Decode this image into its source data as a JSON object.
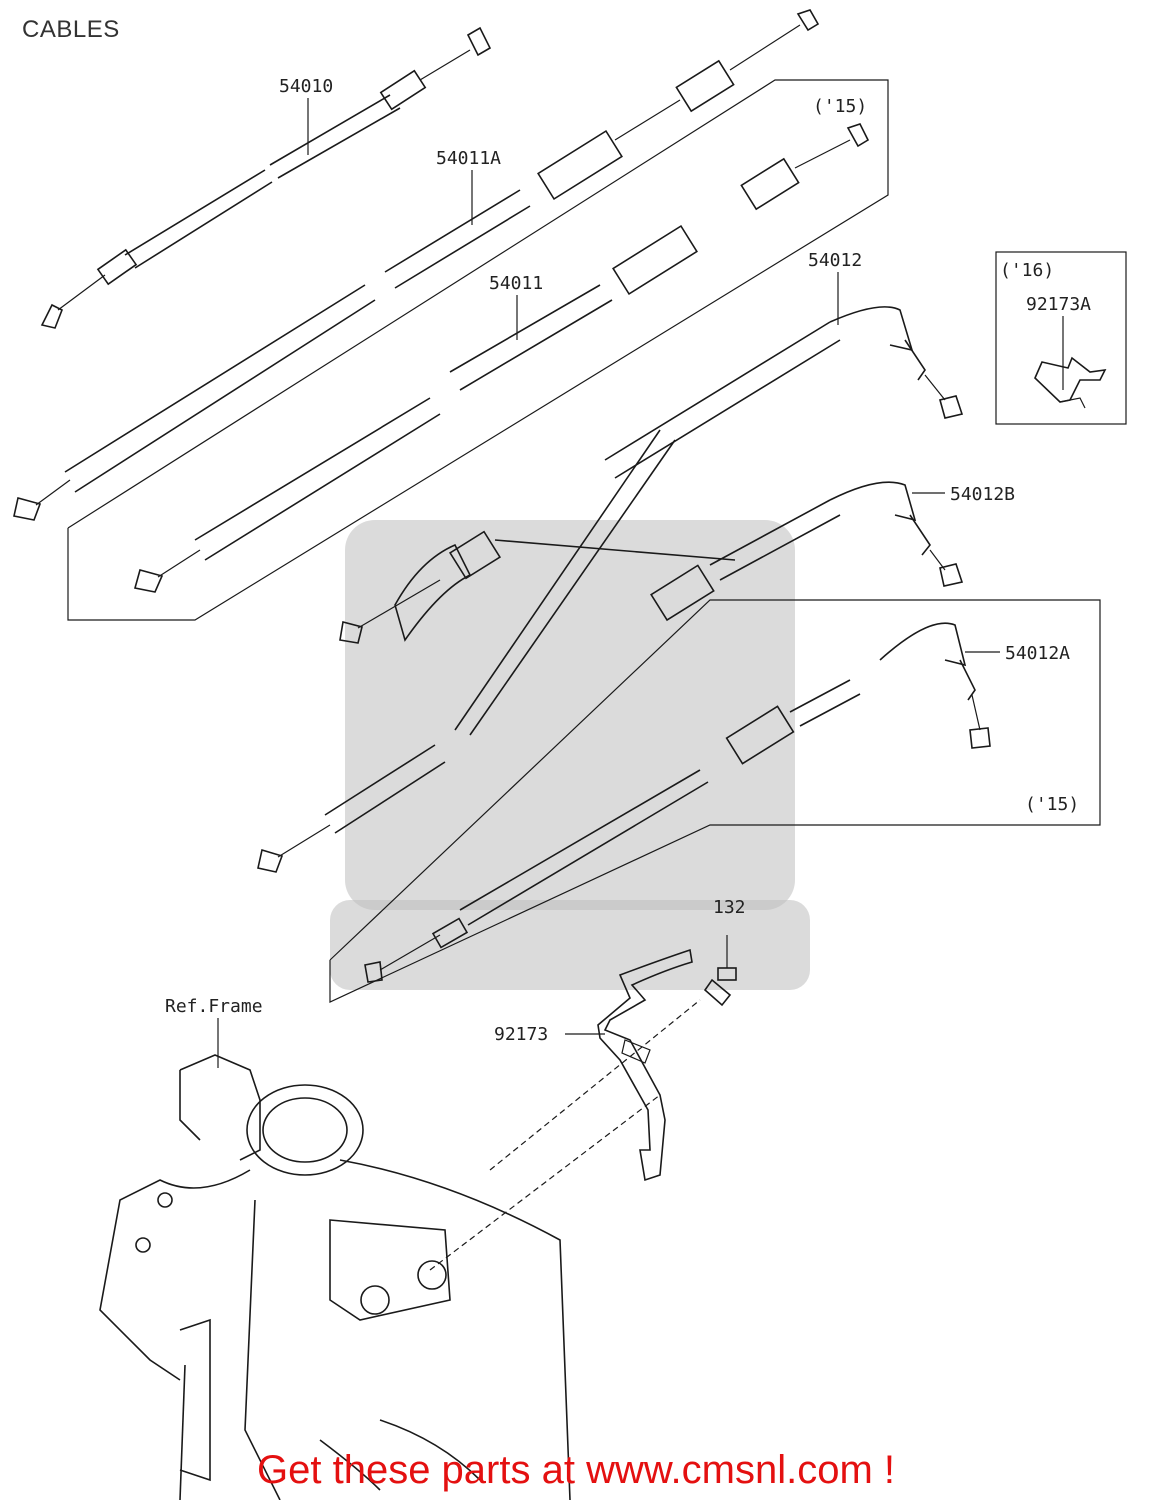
{
  "header": {
    "title": "CABLES"
  },
  "parts": [
    {
      "id": "p54010",
      "label": "54010"
    },
    {
      "id": "p54011A",
      "label": "54011A"
    },
    {
      "id": "p54011",
      "label": "54011"
    },
    {
      "id": "p54012",
      "label": "54012"
    },
    {
      "id": "p54012B",
      "label": "54012B"
    },
    {
      "id": "p54012A",
      "label": "54012A"
    },
    {
      "id": "p132",
      "label": "132"
    },
    {
      "id": "p92173",
      "label": "92173"
    },
    {
      "id": "p92173A",
      "label": "92173A"
    }
  ],
  "annotations": {
    "year_15_top": "('15)",
    "year_15_bottom": "('15)",
    "year_16": "('16)",
    "ref_frame": "Ref.Frame"
  },
  "footer": {
    "promo": "Get these parts at www.cmsnl.com !"
  }
}
